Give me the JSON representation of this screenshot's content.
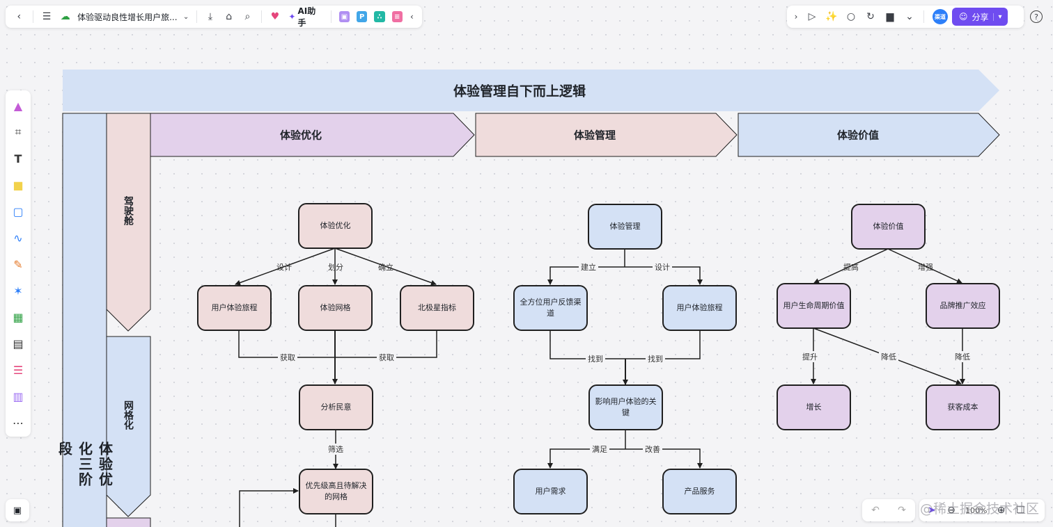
{
  "toolbar": {
    "doc_title": "体验驱动良性增长用户旅...",
    "ai_label": "AI助手",
    "share_label": "分享",
    "avatar_label": "渠道",
    "zoom_label": "100%"
  },
  "diagram": {
    "main_title": "体验管理自下而上逻辑",
    "phases": [
      "体验优化",
      "体验管理",
      "体验价值"
    ],
    "side_title": "体验优化三阶段",
    "stages": [
      "驾驶舱",
      "网格化"
    ],
    "optimization": {
      "root": "体验优化",
      "children": [
        "用户体验旅程",
        "体验网格",
        "北极星指标"
      ],
      "edge_labels": [
        "设计",
        "划分",
        "确立"
      ],
      "collect_labels": [
        "获取",
        "获取"
      ],
      "analysis": "分析民意",
      "filter_label": "筛选",
      "priority": "优先级高且待解决的网格"
    },
    "management": {
      "root": "体验管理",
      "children": [
        "全方位用户反馈渠道",
        "用户体验旅程"
      ],
      "edge_labels": [
        "建立",
        "设计"
      ],
      "find_labels": [
        "找到",
        "找到"
      ],
      "key": "影响用户体验的关键",
      "outcome_labels": [
        "满足",
        "改善"
      ],
      "outcomes": [
        "用户需求",
        "产品服务"
      ]
    },
    "value": {
      "root": "体验价值",
      "children": [
        "用户生命周期价值",
        "品牌推广效应"
      ],
      "edge_labels": [
        "提高",
        "增强"
      ],
      "result_labels": [
        "提升",
        "降低",
        "降低"
      ],
      "results": [
        "增长",
        "获客成本"
      ]
    }
  },
  "colors": {
    "pink": "#efdcdc",
    "blue": "#d4e1f5",
    "purple": "#e3d1eb",
    "accent": "#6f4cf0"
  },
  "watermark": "@稀土掘金技术社区"
}
